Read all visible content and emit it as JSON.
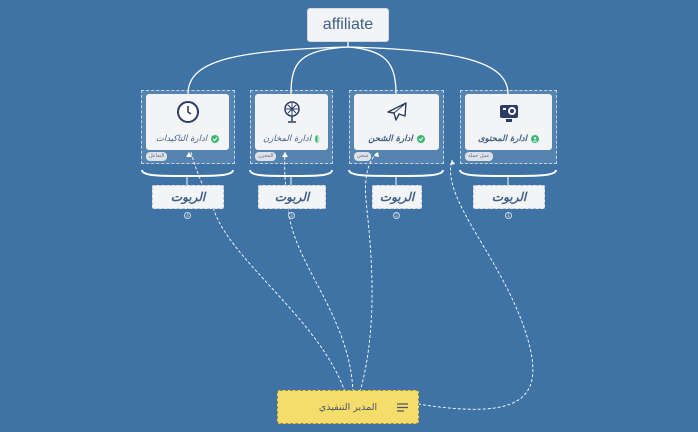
{
  "root": {
    "title": "affiliate"
  },
  "branches": [
    {
      "title": "ادارة التاكيدات",
      "tag": "التفاعل",
      "robot_label": "الربوت",
      "number": "4",
      "icon": "clock-icon",
      "status": "done"
    },
    {
      "title": "ادارة المخازن",
      "tag": "المخزن",
      "robot_label": "الربوت",
      "number": "3",
      "icon": "fan-icon",
      "status": "half"
    },
    {
      "title": "ادارة الشحن",
      "tag": "شحن",
      "robot_label": "الربوت",
      "number": "2",
      "icon": "airplane-icon",
      "status": "done"
    },
    {
      "title": "ادارة المحتوى",
      "tag": "عمل حملة",
      "robot_label": "الربوت",
      "number": "1",
      "icon": "camera-icon",
      "status": "user"
    }
  ],
  "manager": {
    "title": "المدير التنفيذي",
    "icon": "menu-lines-icon"
  },
  "colors": {
    "background": "#3f73a5",
    "card": "#f3f4f6",
    "manager": "#f4dd6a",
    "status_green": "#3db874",
    "text": "#3f5f86"
  }
}
